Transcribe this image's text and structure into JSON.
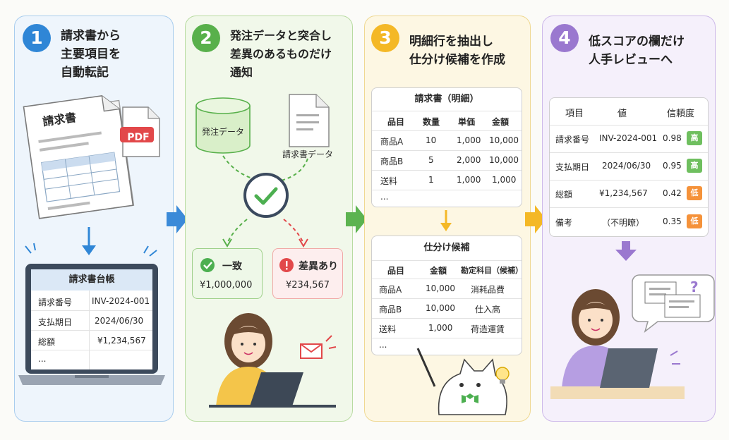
{
  "steps": [
    {
      "number": "1",
      "title": [
        "請求書から",
        "主要項目を",
        "自動転記"
      ]
    },
    {
      "number": "2",
      "title": [
        "発注データと突合し",
        "差異のあるものだけ",
        "通知"
      ]
    },
    {
      "number": "3",
      "title": [
        "明細行を抽出し",
        "仕分け候補を作成"
      ]
    },
    {
      "number": "4",
      "title": [
        "低スコアの欄だけ",
        "人手レビューへ"
      ]
    }
  ],
  "step1": {
    "doc_title": "請求書",
    "pdf_label": "PDF",
    "ledger": {
      "title": "請求書台帳",
      "rows": [
        {
          "label": "請求番号",
          "value": "INV-2024-001"
        },
        {
          "label": "支払期日",
          "value": "2024/06/30"
        },
        {
          "label": "総額",
          "value": "¥1,234,567"
        },
        {
          "label": "...",
          "value": ""
        }
      ]
    }
  },
  "step2": {
    "db_label": "発注データ",
    "doc_label": "請求書データ",
    "match": {
      "label": "一致",
      "amount": "¥1,000,000"
    },
    "diff": {
      "label": "差異あり",
      "amount": "¥234,567"
    }
  },
  "step3": {
    "detail": {
      "title": "請求書（明細）",
      "headers": [
        "品目",
        "数量",
        "単価",
        "金額"
      ],
      "rows": [
        [
          "商品A",
          "10",
          "1,000",
          "10,000"
        ],
        [
          "商品B",
          "5",
          "2,000",
          "10,000"
        ],
        [
          "送料",
          "1",
          "1,000",
          "1,000"
        ],
        [
          "...",
          "",
          "",
          ""
        ]
      ]
    },
    "journal": {
      "title": "仕分け候補",
      "headers": [
        "品目",
        "金額",
        "勘定科目（候補）"
      ],
      "rows": [
        [
          "商品A",
          "10,000",
          "消耗品費"
        ],
        [
          "商品B",
          "10,000",
          "仕入高"
        ],
        [
          "送料",
          "1,000",
          "荷造運賃"
        ],
        [
          "...",
          "",
          ""
        ]
      ]
    }
  },
  "step4": {
    "headers": [
      "項目",
      "値",
      "信頼度"
    ],
    "rows": [
      {
        "item": "請求番号",
        "value": "INV-2024-001",
        "score": "0.98",
        "level": "高"
      },
      {
        "item": "支払期日",
        "value": "2024/06/30",
        "score": "0.95",
        "level": "高"
      },
      {
        "item": "総額",
        "value": "¥1,234,567",
        "score": "0.42",
        "level": "低"
      },
      {
        "item": "備考",
        "value": "（不明瞭）",
        "score": "0.35",
        "level": "低"
      }
    ]
  },
  "colors": {
    "step1": "#2f86d6",
    "step2": "#58b04b",
    "step3": "#f4b826",
    "step4": "#9a78cf",
    "high": "#6fbf5f",
    "low": "#f5923a",
    "diff": "#e2484a"
  }
}
